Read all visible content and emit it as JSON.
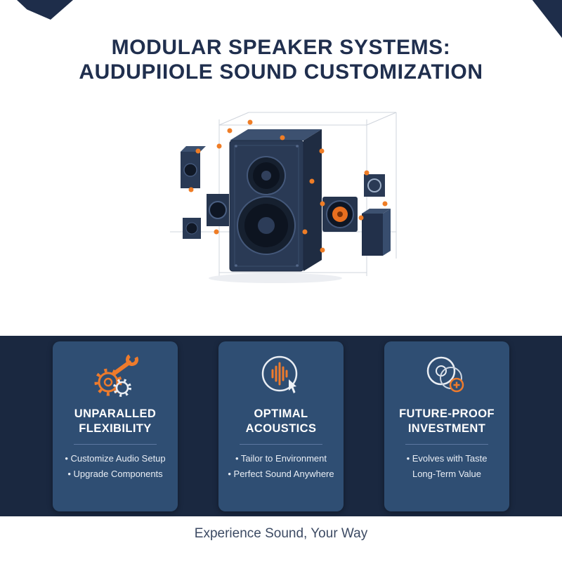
{
  "page": {
    "title_line1": "MODULAR SPEAKER SYSTEMS:",
    "title_line2": "AUDUPIIOLE SOUND CUSTOMIZATION",
    "tagline": "Experience Sound, Your Way"
  },
  "colors": {
    "navy_dark_band": "#1a2840",
    "card_blue": "#2f4e73",
    "title_navy": "#202f4e",
    "accent_orange": "#ee7b2c"
  },
  "illustration": {
    "name": "modular-speaker-exploded-view"
  },
  "cards": [
    {
      "icon": "wrench-gear-icon",
      "title": "UNPARALLED FLEXIBILITY",
      "items": [
        "• Customize Audio Setup",
        "• Upgrade Components"
      ]
    },
    {
      "icon": "sound-wave-icon",
      "title": "OPTIMAL ACOUSTICS",
      "items": [
        "• Tailor to Environment",
        "• Perfect Sound Anywhere"
      ]
    },
    {
      "icon": "speaker-upgrade-icon",
      "title": "FUTURE-PROOF INVESTMENT",
      "items": [
        "• Evolves with Taste",
        "Long-Term Value"
      ]
    }
  ]
}
